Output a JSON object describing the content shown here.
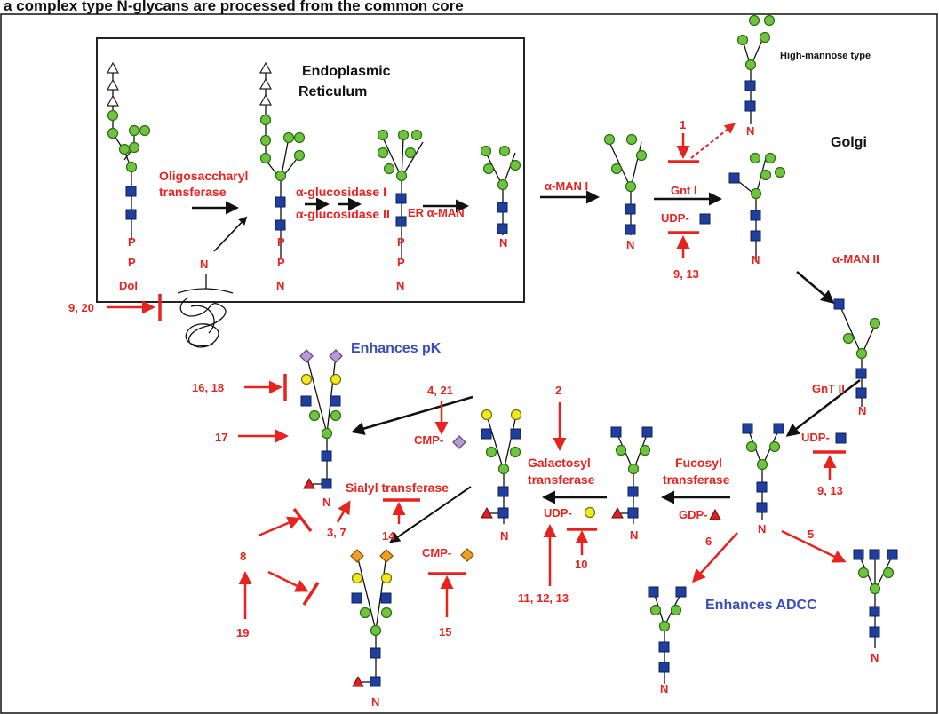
{
  "top_text": "a complex type N-glycans are processed from the common core",
  "compartments": {
    "er": "Endoplasmic Reticulum",
    "golgi": "Golgi"
  },
  "labels": {
    "high_mannose": "High-mannose type",
    "dol": "Dol",
    "n": "N",
    "p": "P",
    "ost": "Oligosaccharyl transferase",
    "glucosidase1": "α-glucosidase I",
    "glucosidase2": "α-glucosidase II",
    "er_man": "ER α-MAN",
    "man1": "α-MAN I",
    "gnt1": "Gnt I",
    "man2": "α-MAN II",
    "gnt2": "GnT II",
    "udp": "UDP-",
    "gdp": "GDP-",
    "cmp": "CMP-",
    "fucosyl": "Fucosyl transferase",
    "galactosyl": "Galactosyl transferase",
    "sialyl": "Sialyl transferase",
    "enhances_pk": "Enhances pK",
    "enhances_adcc": "Enhances ADCC"
  },
  "refs": {
    "r1": "1",
    "r2": "2",
    "r4_21": "4, 21",
    "r5": "5",
    "r6": "6",
    "r8": "8",
    "r9_13a": "9, 13",
    "r9_13b": "9, 13",
    "r9_20": "9, 20",
    "r10": "10",
    "r11_12_13": "11, 12, 13",
    "r14": "14",
    "r15": "15",
    "r16_18": "16, 18",
    "r17": "17",
    "r19": "19",
    "r3_7": "3, 7"
  },
  "colors": {
    "label_red": "#e8231f",
    "label_blue": "#3a4fb5",
    "glucose_white": "#ffffff",
    "mannose_green": "#6ec43f",
    "glcnac_blue": "#1f3f9e",
    "galactose_yellow": "#f2ea1c",
    "sialic_purple": "#b89ad6",
    "sialic_orange": "#f0a020",
    "fucose_red": "#e02020"
  }
}
